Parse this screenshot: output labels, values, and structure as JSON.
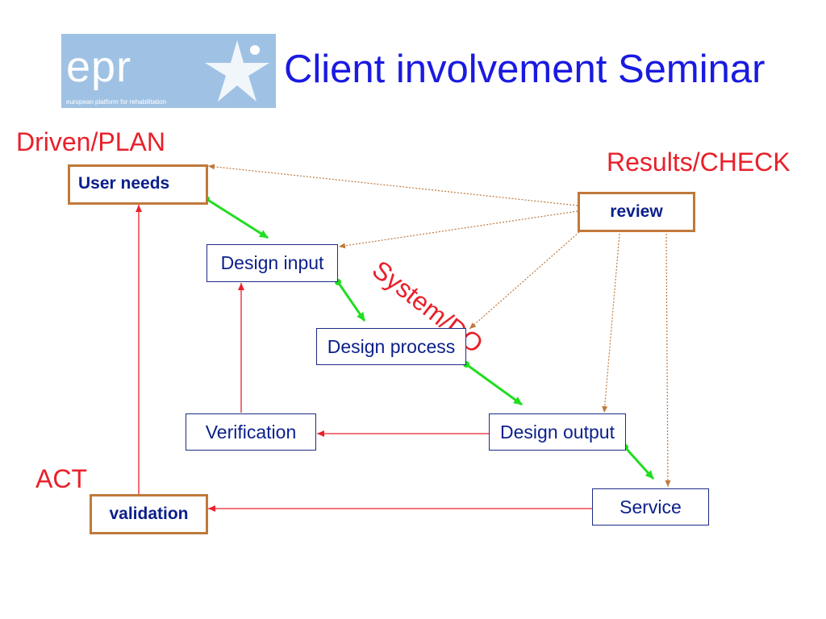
{
  "logo": {
    "text": "epr",
    "subtitle": "european platform for rehabilitation"
  },
  "title": "Client involvement Seminar",
  "phases": {
    "plan": "Driven/PLAN",
    "check": "Results/CHECK",
    "do": "System/DO",
    "act": "ACT"
  },
  "nodes": {
    "user_needs": "User needs",
    "review": "review",
    "design_input": "Design input",
    "design_process": "Design process",
    "verification": "Verification",
    "design_output": "Design output",
    "service": "Service",
    "validation": "validation"
  },
  "colors": {
    "title": "#1a1ae0",
    "phase_label": "#e8202a",
    "flow_arrow": "#22dd22",
    "feedback_arrow": "#e8202a",
    "review_arrow": "#c0793b",
    "box_border_thick": "#c0793b",
    "box_border_thin": "#1c2a86",
    "box_text": "#0b1f8a"
  }
}
